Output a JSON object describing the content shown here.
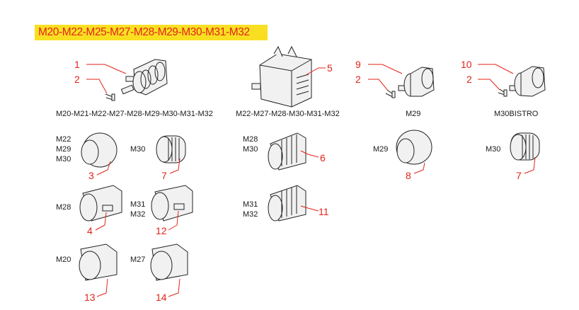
{
  "title": "M20-M22-M25-M27-M28-M29-M30-M31-M32",
  "colors": {
    "title_bg": "#f9df22",
    "accent": "#e2231a",
    "ink": "#1a1a1a",
    "part_fill": "#f1f1f1"
  },
  "captions": {
    "assembly_1": "M20-M21-M22-M27-M28-M29-M30-M31-M32",
    "assembly_5": "M22-M27-M28-M30-M31-M32",
    "assembly_9": "M29",
    "assembly_10": "M30BISTRO"
  },
  "callouts": {
    "c1": "1",
    "c2a": "2",
    "c5": "5",
    "c9": "9",
    "c2b": "2",
    "c10": "10",
    "c2c": "2",
    "c3": "3",
    "c7a": "7",
    "c6": "6",
    "c8": "8",
    "c7b": "7",
    "c4": "4",
    "c12": "12",
    "c11": "11",
    "c13": "13",
    "c14": "14"
  },
  "model_labels": {
    "knob3": [
      "M22",
      "M29",
      "M30"
    ],
    "knob7a": [
      "M30"
    ],
    "knob6": [
      "M28",
      "M30"
    ],
    "knob8": [
      "M29"
    ],
    "knob7b": [
      "M30"
    ],
    "knob4": [
      "M28"
    ],
    "knob12": [
      "M31",
      "M32"
    ],
    "knob11": [
      "M31",
      "M32"
    ],
    "knob13": [
      "M20"
    ],
    "knob14": [
      "M27"
    ]
  }
}
